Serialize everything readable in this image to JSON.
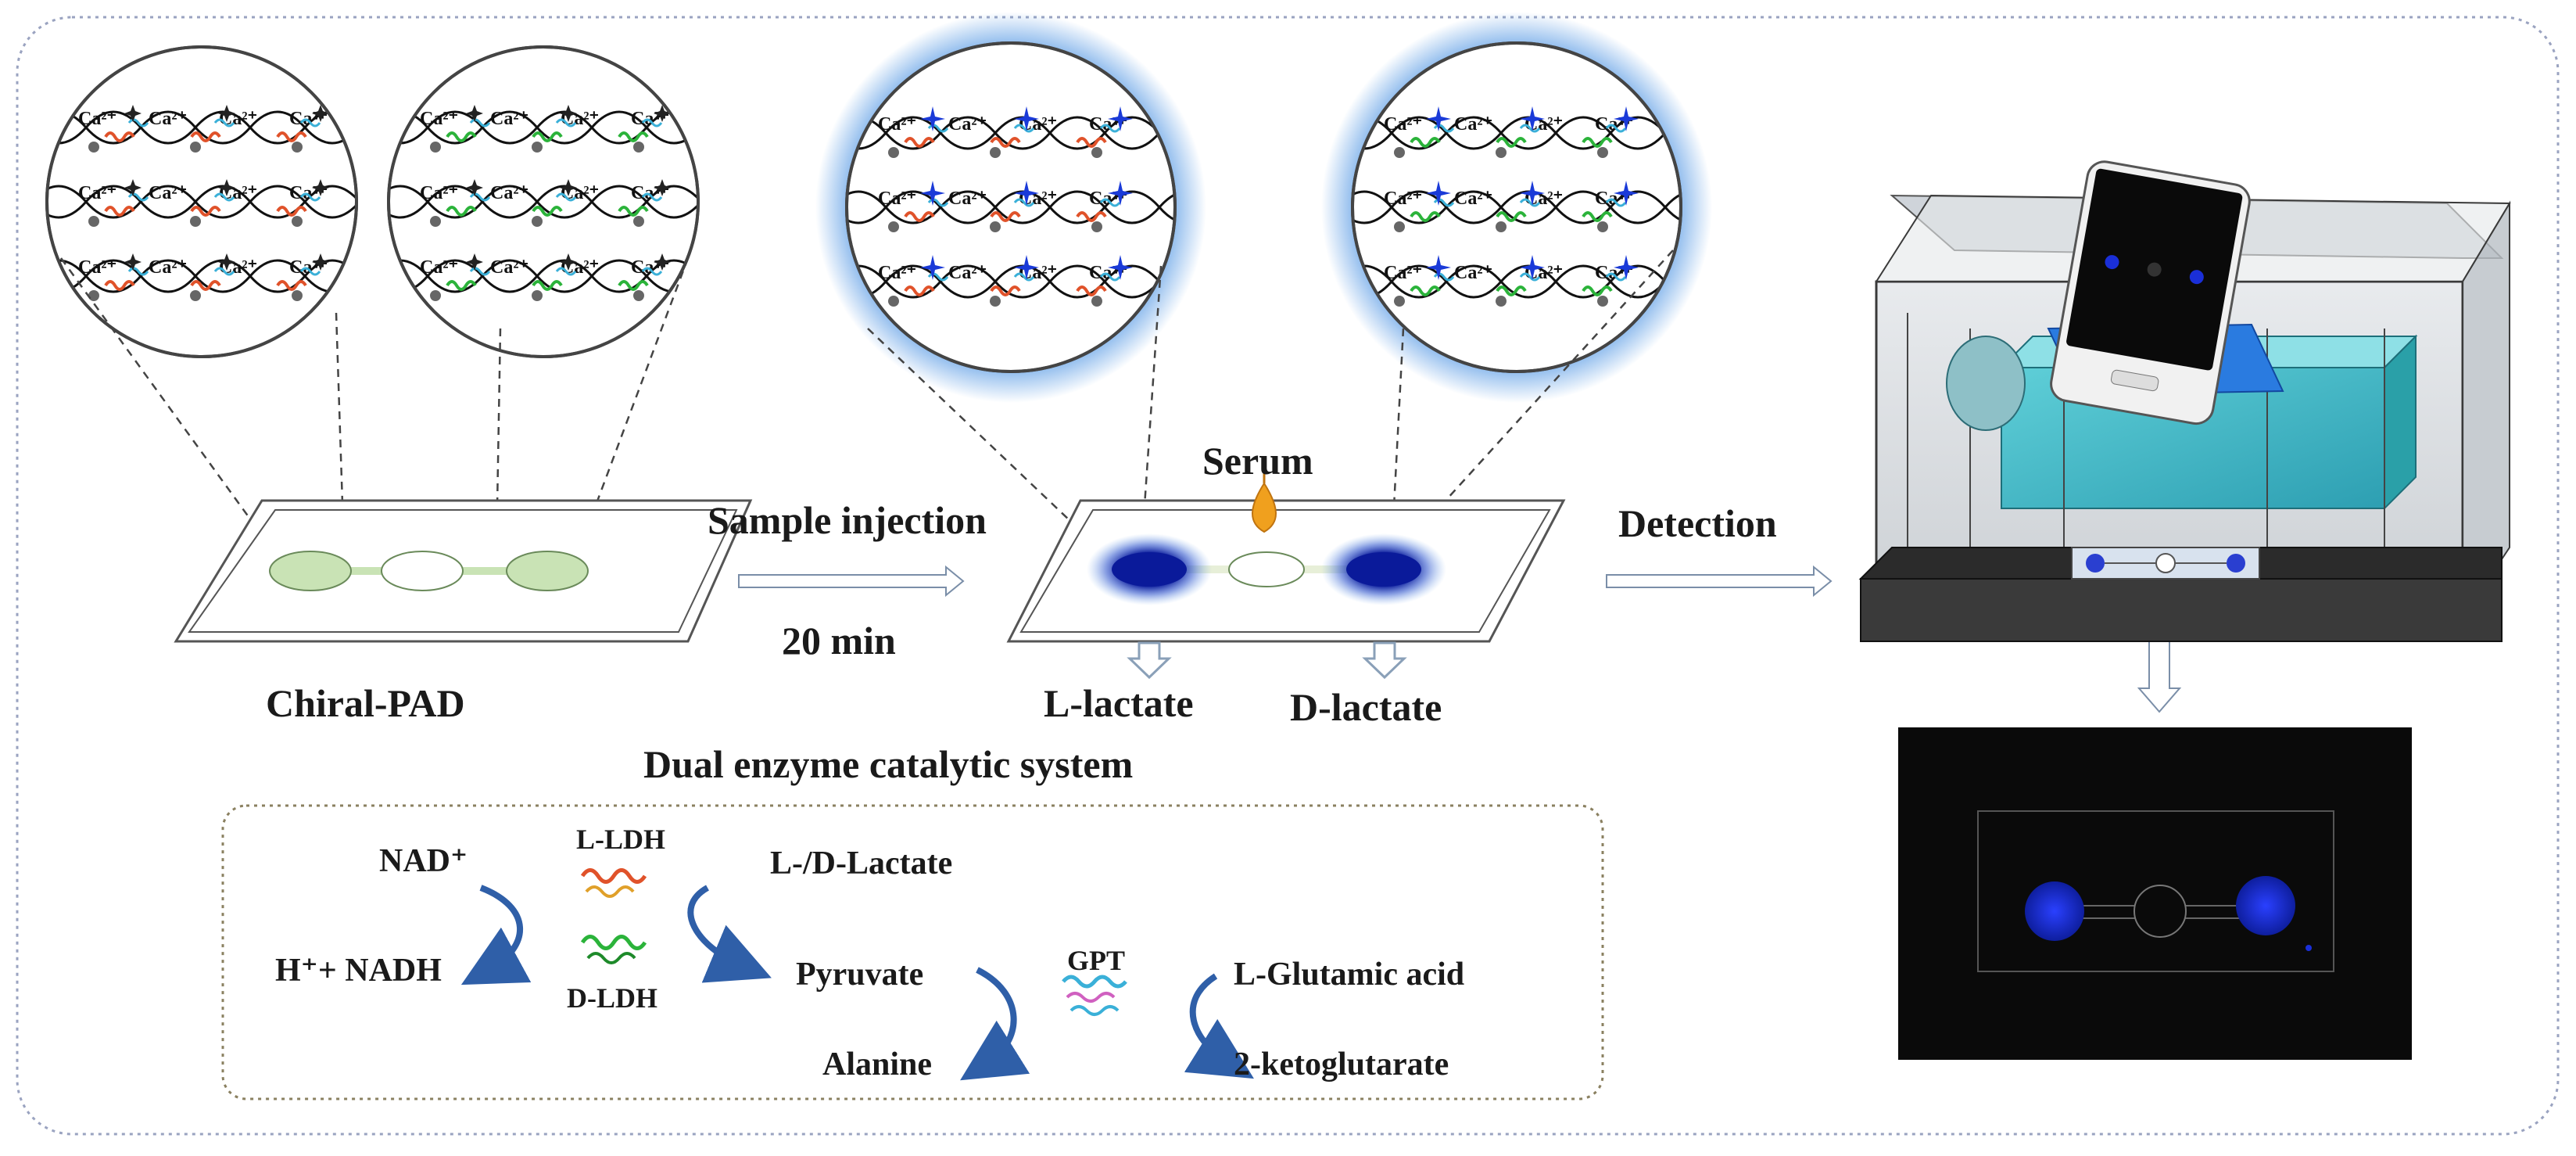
{
  "labels": {
    "sample_injection": "Sample injection",
    "time": "20 min",
    "chiral_pad": "Chiral-PAD",
    "serum": "Serum",
    "detection": "Detection",
    "l_lactate": "L-lactate",
    "d_lactate": "D-lactate",
    "dual_enzyme": "Dual enzyme catalytic system"
  },
  "reaction": {
    "nad": "NAD⁺",
    "h_nadh": "H⁺+ NADH",
    "l_ldh": "L-LDH",
    "d_ldh": "D-LDH",
    "lactate": "L-/D-Lactate",
    "pyruvate": "Pyruvate",
    "alanine": "Alanine",
    "gpt": "GPT",
    "glutamic": "L-Glutamic acid",
    "ketoglutarate": "2-ketoglutarate"
  },
  "molecule_labels": {
    "calcium": "Ca²⁺"
  },
  "colors": {
    "detected_spot": "#0a1a9a",
    "glow": "#6fa8e8",
    "l_enzyme": "#e0522a",
    "d_enzyme": "#2bb33a",
    "gpt_enzyme": "#3ab0d8",
    "zone_green": "#c9e3b5",
    "screen_bg": "#0a0a0a",
    "spot_blue": "#1a2fd8",
    "arrow_blue": "#2f5fa8"
  },
  "icons": [
    "magnifier-circle",
    "paper-device",
    "droplet-icon",
    "hollow-arrow",
    "smartphone-icon",
    "detection-box",
    "screen-image"
  ]
}
